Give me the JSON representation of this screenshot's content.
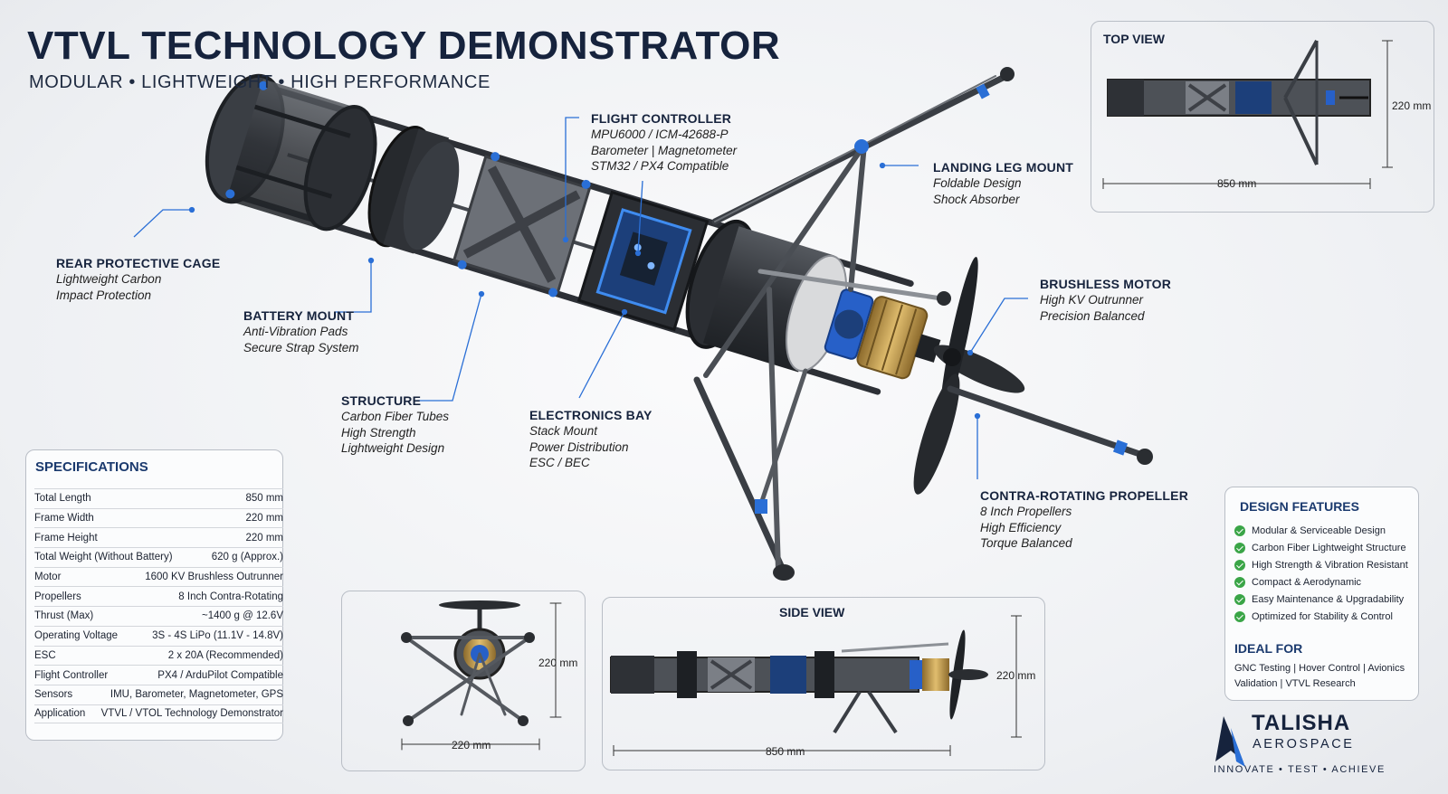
{
  "header": {
    "title": "VTVL TECHNOLOGY DEMONSTRATOR",
    "subtitle": "MODULAR • LIGHTWEIGHT • HIGH PERFORMANCE"
  },
  "callouts": {
    "rear_cage": {
      "title": "REAR PROTECTIVE CAGE",
      "lines": [
        "Lightweight Carbon",
        "Impact Protection"
      ]
    },
    "battery_mount": {
      "title": "BATTERY MOUNT",
      "lines": [
        "Anti-Vibration Pads",
        "Secure Strap System"
      ]
    },
    "structure": {
      "title": "STRUCTURE",
      "lines": [
        "Carbon Fiber Tubes",
        "High Strength",
        "Lightweight Design"
      ]
    },
    "flight_controller": {
      "title": "FLIGHT CONTROLLER",
      "lines": [
        "MPU6000 / ICM-42688-P",
        "Barometer | Magnetometer",
        "STM32 / PX4 Compatible"
      ]
    },
    "electronics_bay": {
      "title": "ELECTRONICS BAY",
      "lines": [
        "Stack Mount",
        "Power Distribution",
        "ESC / BEC"
      ]
    },
    "landing_leg": {
      "title": "LANDING LEG MOUNT",
      "lines": [
        "Foldable Design",
        "Shock Absorber"
      ]
    },
    "brushless_motor": {
      "title": "BRUSHLESS MOTOR",
      "lines": [
        "High KV Outrunner",
        "Precision Balanced"
      ]
    },
    "propeller": {
      "title": "CONTRA-ROTATING PROPELLER",
      "lines": [
        "8 Inch Propellers",
        "High Efficiency",
        "Torque Balanced"
      ]
    }
  },
  "top_view": {
    "title": "TOP VIEW",
    "width_label": "850 mm",
    "height_label": "220 mm"
  },
  "front_view": {
    "width_label": "220 mm",
    "height_label": "220 mm"
  },
  "side_view": {
    "title": "SIDE VIEW",
    "width_label": "850 mm",
    "height_label": "220 mm"
  },
  "specifications": {
    "title": "SPECIFICATIONS",
    "rows": [
      {
        "label": "Total Length",
        "value": "850 mm"
      },
      {
        "label": "Frame Width",
        "value": "220 mm"
      },
      {
        "label": "Frame Height",
        "value": "220 mm"
      },
      {
        "label": "Total Weight (Without Battery)",
        "value": "620 g (Approx.)"
      },
      {
        "label": "Motor",
        "value": "1600 KV Brushless Outrunner"
      },
      {
        "label": "Propellers",
        "value": "8 Inch Contra-Rotating"
      },
      {
        "label": "Thrust (Max)",
        "value": "~1400 g @ 12.6V"
      },
      {
        "label": "Operating Voltage",
        "value": "3S - 4S LiPo (11.1V - 14.8V)"
      },
      {
        "label": "ESC",
        "value": "2 x 20A (Recommended)"
      },
      {
        "label": "Flight Controller",
        "value": "PX4 / ArduPilot Compatible"
      },
      {
        "label": "Sensors",
        "value": "IMU, Barometer, Magnetometer, GPS"
      },
      {
        "label": "Application",
        "value": "VTVL / VTOL Technology Demonstrator"
      }
    ]
  },
  "design_features": {
    "title": "DESIGN FEATURES",
    "items": [
      "Modular & Serviceable Design",
      "Carbon Fiber Lightweight Structure",
      "High Strength & Vibration Resistant",
      "Compact & Aerodynamic",
      "Easy Maintenance & Upgradability",
      "Optimized for Stability & Control"
    ],
    "ideal_title": "IDEAL FOR",
    "ideal_text": "GNC Testing | Hover Control | Avionics Validation | VTVL Research"
  },
  "logo": {
    "name": "TALISHA",
    "sub": "AEROSPACE",
    "tagline": "INNOVATE • TEST • ACHIEVE"
  },
  "colors": {
    "navy": "#16233d",
    "accent_blue": "#2a6fd6",
    "carbon": "#3b3f45",
    "gold": "#c39a4a",
    "check_green": "#3aa547"
  }
}
